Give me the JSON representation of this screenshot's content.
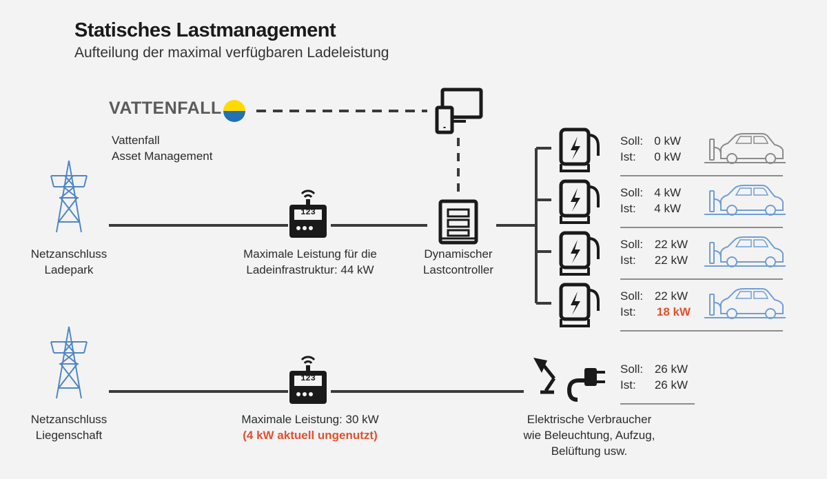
{
  "header": {
    "title": "Statisches Lastmanagement",
    "subtitle": "Aufteilung der maximal verfügbaren Ladeleistung"
  },
  "brand": {
    "logo_text": "VATTENFALL",
    "line1": "Vattenfall",
    "line2": "Asset Management",
    "logo_colors": {
      "top": "#ffda00",
      "bottom": "#2071b5"
    }
  },
  "grid_top": {
    "line1": "Netzanschluss",
    "line2": "Ladepark"
  },
  "meter_top": {
    "display": "123",
    "line1": "Maximale Leistung für die",
    "line2": "Ladeinfrastruktur: 44 kW"
  },
  "controller": {
    "line1": "Dynamischer",
    "line2": "Lastcontroller"
  },
  "chargers": [
    {
      "soll_label": "Soll:",
      "soll_value": "0 kW",
      "ist_label": "Ist:",
      "ist_value": "0 kW",
      "ist_highlight": false,
      "car_color": "#8a8a8a"
    },
    {
      "soll_label": "Soll:",
      "soll_value": "4 kW",
      "ist_label": "Ist:",
      "ist_value": "4 kW",
      "ist_highlight": false,
      "car_color": "#6f9ed6"
    },
    {
      "soll_label": "Soll:",
      "soll_value": "22 kW",
      "ist_label": "Ist:",
      "ist_value": "22 kW",
      "ist_highlight": false,
      "car_color": "#6f9ed6"
    },
    {
      "soll_label": "Soll:",
      "soll_value": "22 kW",
      "ist_label": "Ist:",
      "ist_value": "18 kW",
      "ist_highlight": true,
      "car_color": "#6f9ed6"
    }
  ],
  "grid_bottom": {
    "line1": "Netzanschluss",
    "line2": "Liegenschaft"
  },
  "meter_bottom": {
    "display": "123",
    "line1": "Maximale Leistung: 30 kW",
    "line2": "(4 kW aktuell ungenutzt)"
  },
  "consumers": {
    "soll_label": "Soll:",
    "soll_value": "26 kW",
    "ist_label": "Ist:",
    "ist_value": "26 kW",
    "line1": "Elektrische Verbraucher",
    "line2": "wie Beleuchtung, Aufzug,",
    "line3": "Belüftung usw."
  },
  "colors": {
    "accent_red": "#e2502e",
    "tower_blue": "#4f86c6",
    "line_dark": "#3a3a3a"
  }
}
